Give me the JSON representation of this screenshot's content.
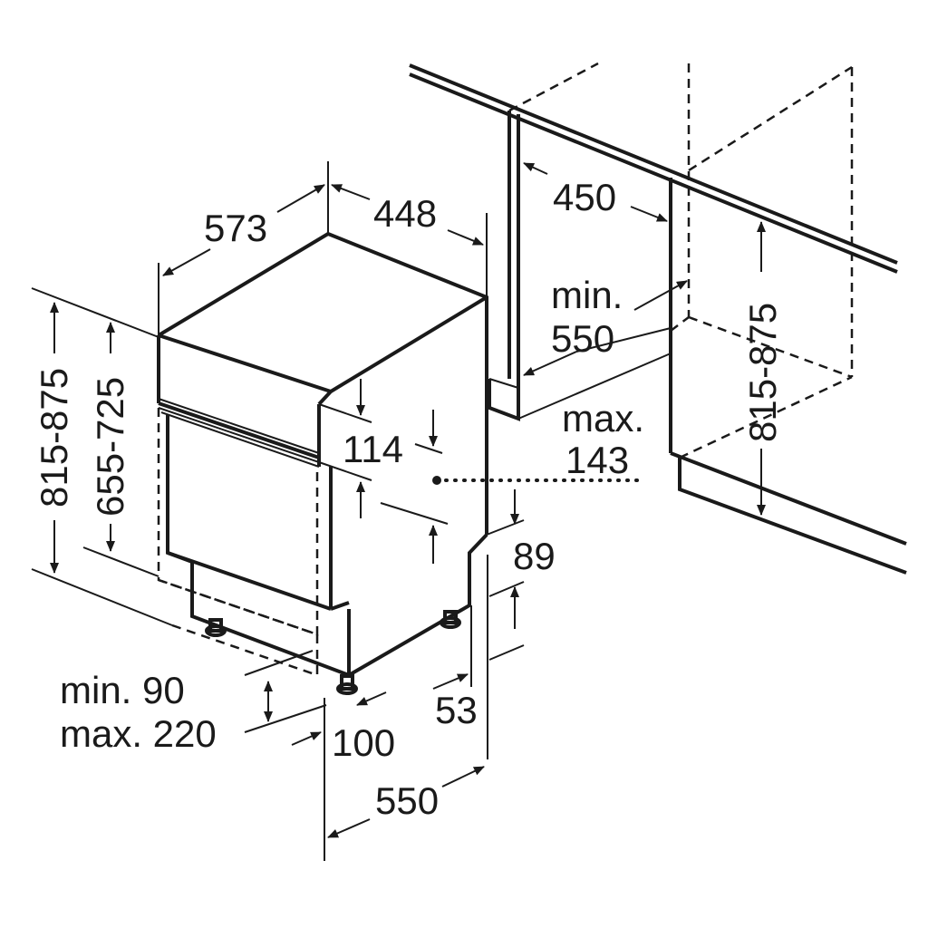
{
  "dimensions": {
    "depth": "573",
    "width": "448",
    "niche_width": "450",
    "niche_depth_line1": "min.",
    "niche_depth_line2": "550",
    "height_left": "815-875",
    "height_inner": "655-725",
    "height_right": "815-875",
    "panel_height": "114",
    "panel_offset_line1": "max.",
    "panel_offset_line2": "143",
    "toe_height": "89",
    "plinth_line1": "min. 90",
    "plinth_line2": "max. 220",
    "plinth_depth": "100",
    "foot_setback": "53",
    "appliance_depth": "550"
  },
  "icons": {
    "arrow": "arrow-icon",
    "foot": "adjustable-foot-icon"
  }
}
